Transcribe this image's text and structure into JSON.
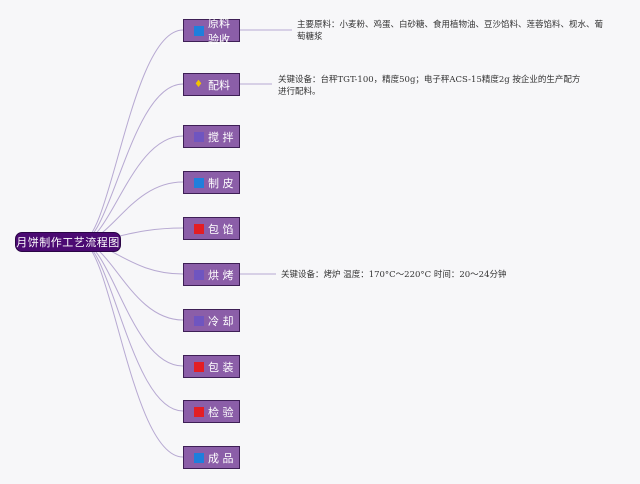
{
  "root": {
    "label": "月饼制作工艺流程图"
  },
  "steps": [
    {
      "label": "原料验收",
      "icon": "blue-square-icon",
      "color": "#1f7fdc"
    },
    {
      "label": "配料",
      "icon": "gem-icon",
      "color": "#f2c200"
    },
    {
      "label": "搅 拌",
      "icon": "purple-square-icon",
      "color": "#6f55c0"
    },
    {
      "label": "制 皮",
      "icon": "blue-square-icon",
      "color": "#1f7fdc"
    },
    {
      "label": "包 馅",
      "icon": "red-square-icon",
      "color": "#e31e24"
    },
    {
      "label": "烘 烤",
      "icon": "purple-square-icon",
      "color": "#6f55c0"
    },
    {
      "label": "冷 却",
      "icon": "purple-square-icon",
      "color": "#6f55c0"
    },
    {
      "label": "包 装",
      "icon": "red-square-icon",
      "color": "#e31e24"
    },
    {
      "label": "检 验",
      "icon": "red-square-icon",
      "color": "#e31e24"
    },
    {
      "label": "成 品",
      "icon": "blue-square-icon",
      "color": "#1f7fdc"
    }
  ],
  "notes": {
    "raw_materials": "主要原料：小麦粉、鸡蛋、白砂糖、食用植物油、豆沙馅料、莲蓉馅料、枧水、葡萄糖浆",
    "batching": "关键设备：台秤TGT-100，精度50g；电子秤ACS-15精度2g 按企业的生产配方进行配料。",
    "baking": "关键设备：烤炉 温度：170°C～220°C 时间：20～24分钟"
  },
  "colors": {
    "root_bg": "#4b0a72",
    "step_bg": "#8b5ea8",
    "connector": "#b7a9d2"
  }
}
